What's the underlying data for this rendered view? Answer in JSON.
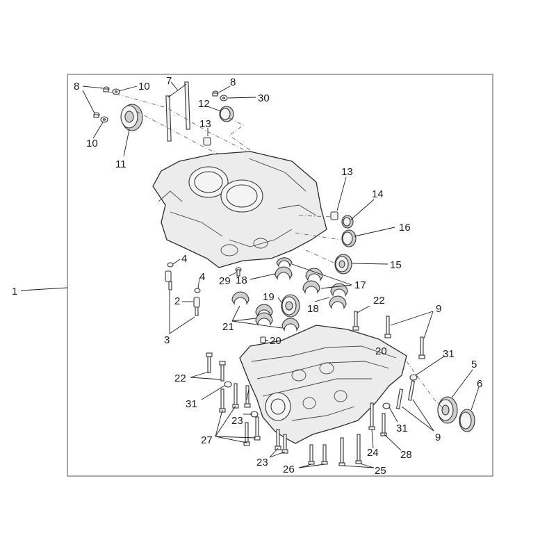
{
  "callouts": [
    {
      "id": "c1",
      "text": "1"
    },
    {
      "id": "c8a",
      "text": "8"
    },
    {
      "id": "c10a",
      "text": "10"
    },
    {
      "id": "c10b",
      "text": "10"
    },
    {
      "id": "c11",
      "text": "11"
    },
    {
      "id": "c7",
      "text": "7"
    },
    {
      "id": "c8b",
      "text": "8"
    },
    {
      "id": "c30",
      "text": "30"
    },
    {
      "id": "c12",
      "text": "12"
    },
    {
      "id": "c13a",
      "text": "13"
    },
    {
      "id": "c13b",
      "text": "13"
    },
    {
      "id": "c14",
      "text": "14"
    },
    {
      "id": "c16",
      "text": "16"
    },
    {
      "id": "c15",
      "text": "15"
    },
    {
      "id": "c4a",
      "text": "4"
    },
    {
      "id": "c4b",
      "text": "4"
    },
    {
      "id": "c29",
      "text": "29"
    },
    {
      "id": "c2",
      "text": "2"
    },
    {
      "id": "c3",
      "text": "3"
    },
    {
      "id": "c18a",
      "text": "18"
    },
    {
      "id": "c17",
      "text": "17"
    },
    {
      "id": "c18b",
      "text": "18"
    },
    {
      "id": "c19",
      "text": "19"
    },
    {
      "id": "c21",
      "text": "21"
    },
    {
      "id": "c22a",
      "text": "22"
    },
    {
      "id": "c9a",
      "text": "9"
    },
    {
      "id": "c20a",
      "text": "20"
    },
    {
      "id": "c20b",
      "text": "20"
    },
    {
      "id": "c31a",
      "text": "31"
    },
    {
      "id": "c5",
      "text": "5"
    },
    {
      "id": "c6",
      "text": "6"
    },
    {
      "id": "c22b",
      "text": "22"
    },
    {
      "id": "c31b",
      "text": "31"
    },
    {
      "id": "c23a",
      "text": "23"
    },
    {
      "id": "c31c",
      "text": "31"
    },
    {
      "id": "c9b",
      "text": "9"
    },
    {
      "id": "c27",
      "text": "27"
    },
    {
      "id": "c24",
      "text": "24"
    },
    {
      "id": "c28",
      "text": "28"
    },
    {
      "id": "c23b",
      "text": "23"
    },
    {
      "id": "c26",
      "text": "26"
    },
    {
      "id": "c25",
      "text": "25"
    }
  ]
}
